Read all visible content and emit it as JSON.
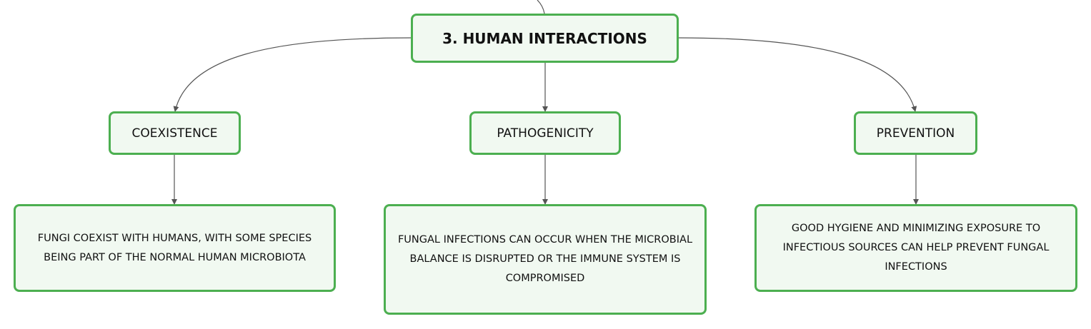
{
  "root": {
    "label": "3. HUMAN INTERACTIONS"
  },
  "topics": [
    {
      "label": "COEXISTENCE",
      "detail": "FUNGI COEXIST WITH HUMANS, WITH SOME SPECIES BEING PART OF THE NORMAL HUMAN MICROBIOTA"
    },
    {
      "label": "PATHOGENICITY",
      "detail": "FUNGAL INFECTIONS CAN OCCUR WHEN THE MICROBIAL BALANCE IS DISRUPTED OR THE IMMUNE SYSTEM IS COMPROMISED"
    },
    {
      "label": "PREVENTION",
      "detail": "GOOD HYGIENE AND MINIMIZING EXPOSURE TO INFECTIOUS SOURCES CAN HELP PREVENT FUNGAL INFECTIONS"
    }
  ],
  "colors": {
    "node_border": "#4caf50",
    "node_fill": "#f1f9f1",
    "connector": "#555555"
  }
}
